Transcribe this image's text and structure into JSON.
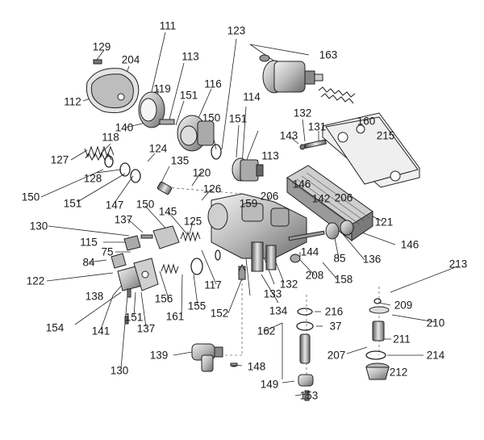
{
  "diagram": {
    "callouts": [
      "111",
      "129",
      "204",
      "113",
      "112",
      "119",
      "151",
      "116",
      "123",
      "163",
      "140",
      "150",
      "114",
      "151",
      "132",
      "160",
      "143",
      "131",
      "215",
      "118",
      "127",
      "124",
      "113",
      "135",
      "128",
      "151",
      "150",
      "147",
      "120",
      "126",
      "159",
      "206",
      "146",
      "142",
      "206",
      "121",
      "150",
      "130",
      "137",
      "145",
      "125",
      "115",
      "75",
      "146",
      "84",
      "144",
      "136",
      "85",
      "122",
      "208",
      "158",
      "133",
      "132",
      "213",
      "138",
      "156",
      "117",
      "209",
      "154",
      "151",
      "152",
      "134",
      "216",
      "210",
      "141",
      "137",
      "161",
      "155",
      "162",
      "37",
      "211",
      "207",
      "214",
      "130",
      "139",
      "148",
      "212",
      "149",
      "153"
    ]
  }
}
